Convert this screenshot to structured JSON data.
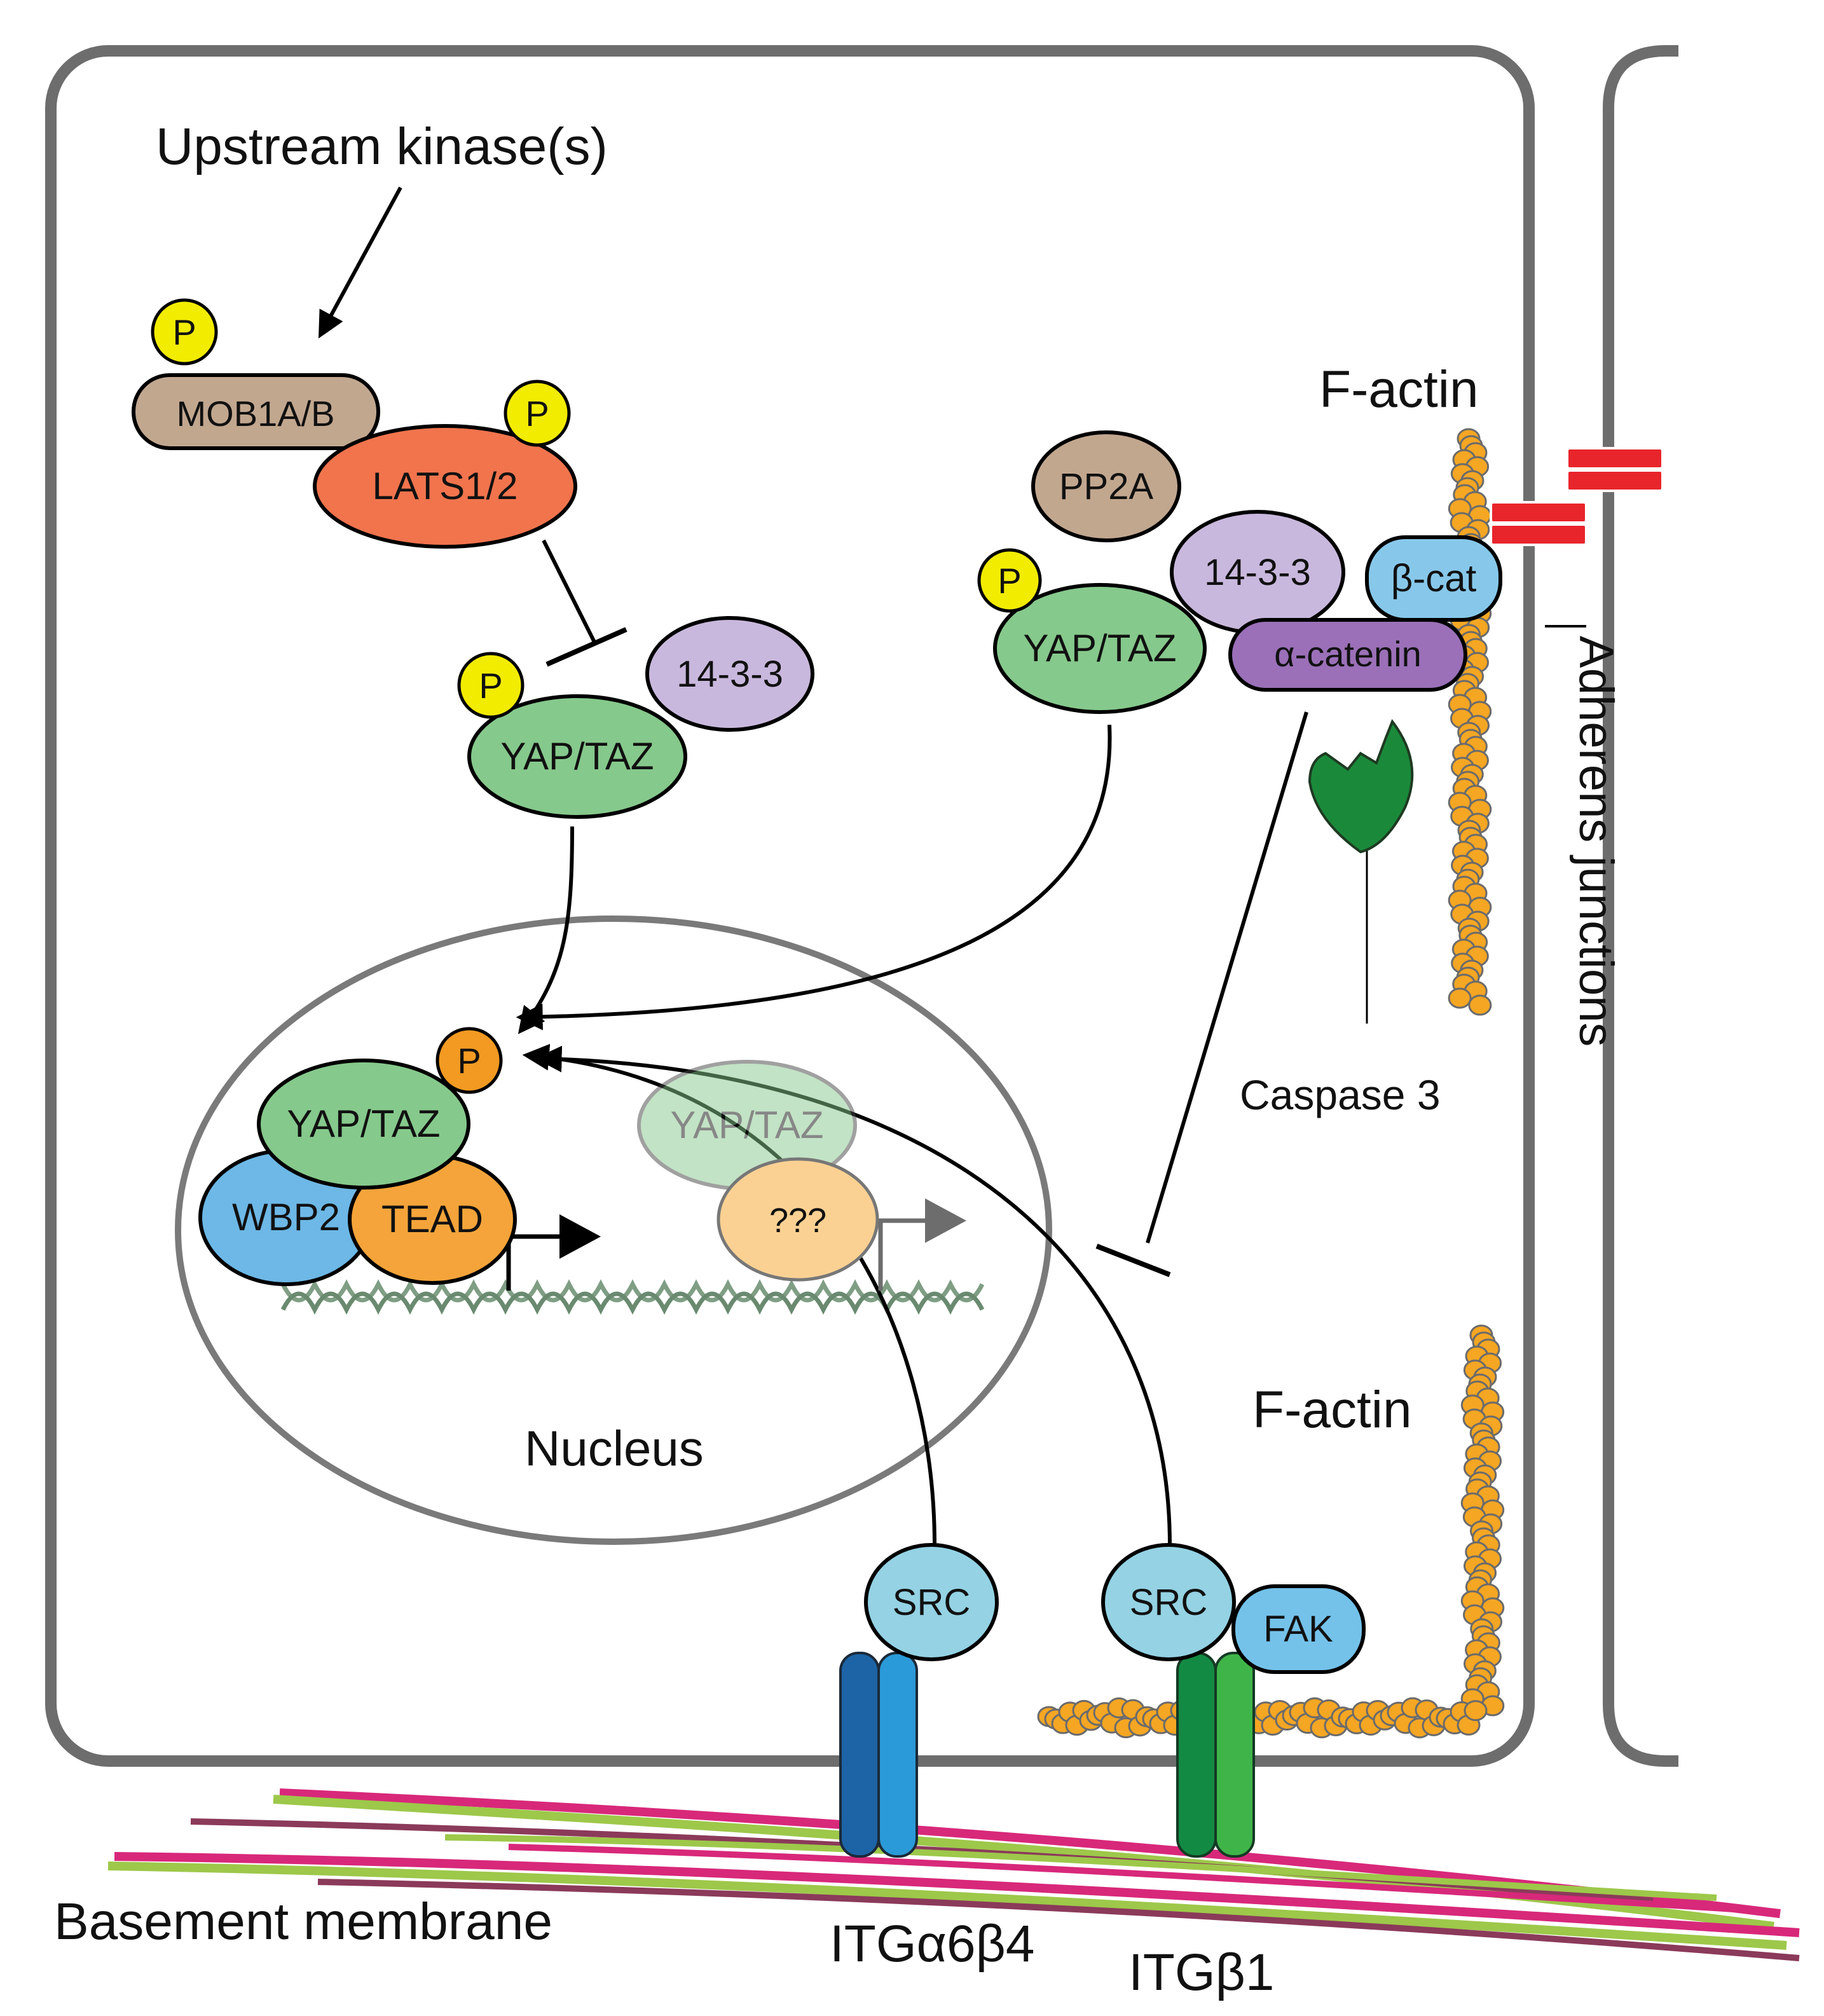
{
  "labels": {
    "upstream": "Upstream kinase(s)",
    "factin_top": "F-actin",
    "factin_bottom": "F-actin",
    "adherens": "Adherens junctions",
    "caspase": "Caspase 3",
    "nucleus": "Nucleus",
    "basement": "Basement membrane",
    "itg_a6b4": "ITGα6β4",
    "itg_b1": "ITGβ1"
  },
  "proteins": {
    "p": "P",
    "mob1": "MOB1A/B",
    "lats": "LATS1/2",
    "pp2a": "PP2A",
    "protein1433": "14-3-3",
    "yaptaz": "YAP/TAZ",
    "bcat": "β-cat",
    "acat": "α-catenin",
    "wbp2": "WBP2",
    "tead": "TEAD",
    "unknown": "???",
    "src": "SRC",
    "fak": "FAK"
  },
  "colors": {
    "membrane": "#6d6d6d",
    "phospho": "#f2ec00",
    "phospho_nuclear": "#f29a22",
    "mob1": "#c2a78f",
    "lats": "#f1744d",
    "pp2a": "#c2a78f",
    "protein1433": "#c9b8dd",
    "yaptaz": "#86c98c",
    "bcat": "#87c8ea",
    "acat": "#9b70b8",
    "wbp2": "#6db8e6",
    "tead": "#f4a43a",
    "src": "#94d2e4",
    "fak": "#74c2ea",
    "caspase": "#1a8a3a",
    "actin": "#f5a623",
    "cadherin": "#e8252b",
    "itg_a6b4_dark": "#1d64a6",
    "itg_a6b4_light": "#2b9ad8",
    "itg_b1_dark": "#138a43",
    "itg_b1_light": "#3fb549",
    "dna": "#7f9e84"
  }
}
